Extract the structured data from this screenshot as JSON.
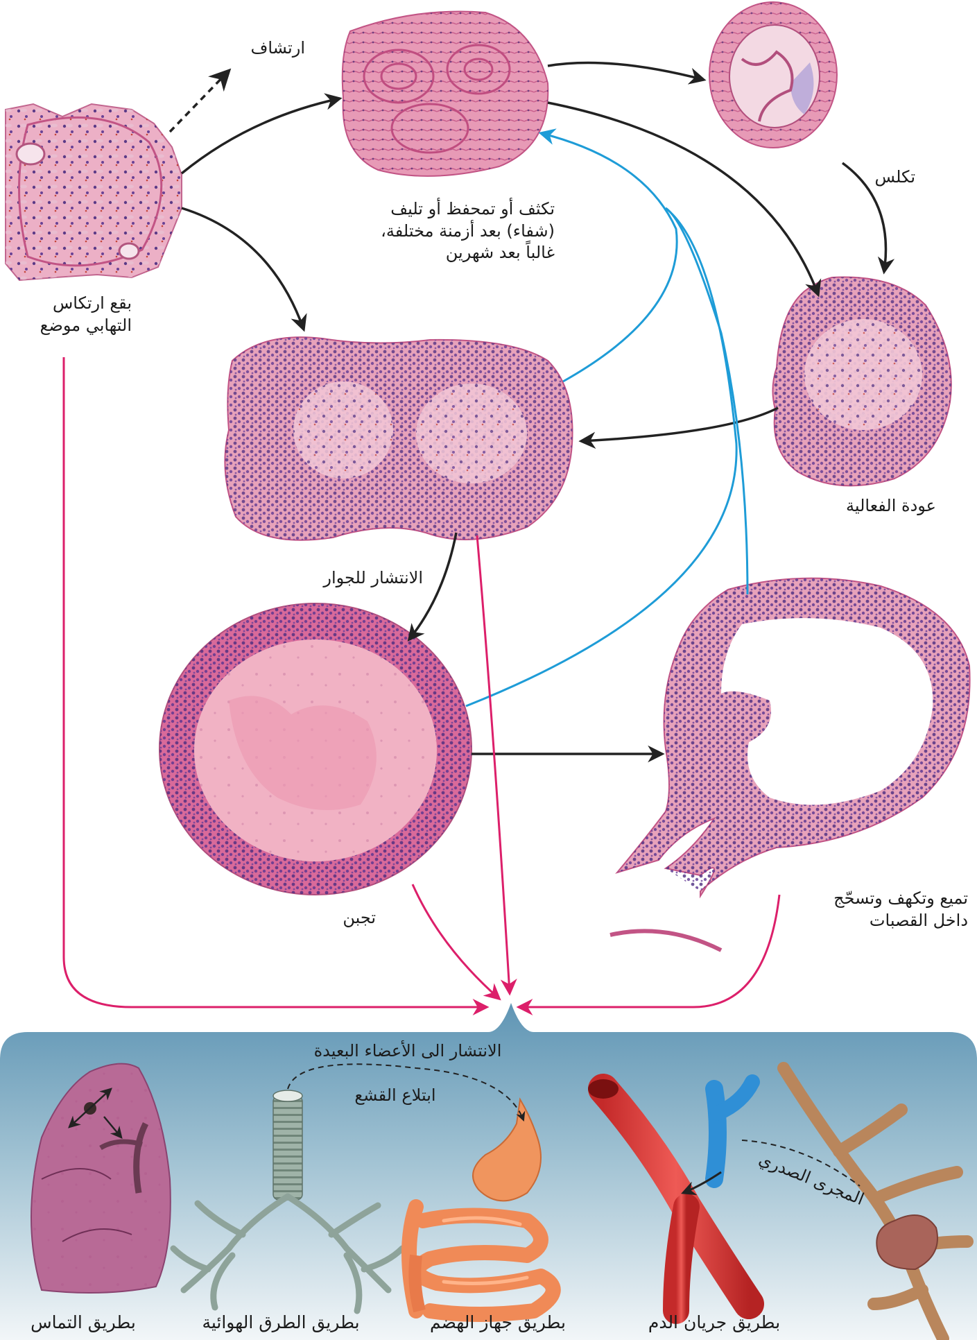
{
  "colors": {
    "flow_arrow": "#222222",
    "healing_arrow": "#1e9cd7",
    "dissemination_arrow": "#dc1f6a",
    "tissue_pink": "#e8a2ba",
    "nuclei": "#4b2d80",
    "panel_blue": "#86b2c8"
  },
  "labels": {
    "primary_lesion": [
      "بقع ارتكاس",
      "التهابي موضع"
    ],
    "resorption": "ارتشاف",
    "healing": [
      "تكثف أو تمحفظ أو تليف",
      "(شفاء) بعد أزمنة مختلفة،",
      "غالباً بعد شهرين"
    ],
    "calcification": "تكلس",
    "reactivation": "عودة الفعالية",
    "local_spread": "الانتشار للجوار",
    "caseation": "تجبن",
    "liquefaction": [
      "تميع وتكهف وتسحّج",
      "داخل القصبات"
    ]
  },
  "panel": {
    "distant_spread": "الانتشار الى الأعضاء البعيدة",
    "sputum_swallowing": "ابتلاع القشع",
    "thoracic_duct": "المجرى الصدري",
    "routes": [
      "بطريق التماس",
      "بطريق الطرق الهوائية",
      "بطريق جهاز الهضم",
      "بطريق جريان الدم"
    ]
  },
  "icons": [
    "tissue-section",
    "lung-organ",
    "trachea-bronchi",
    "digestive-tract",
    "blood-vessels",
    "lymphatic-vessels"
  ]
}
